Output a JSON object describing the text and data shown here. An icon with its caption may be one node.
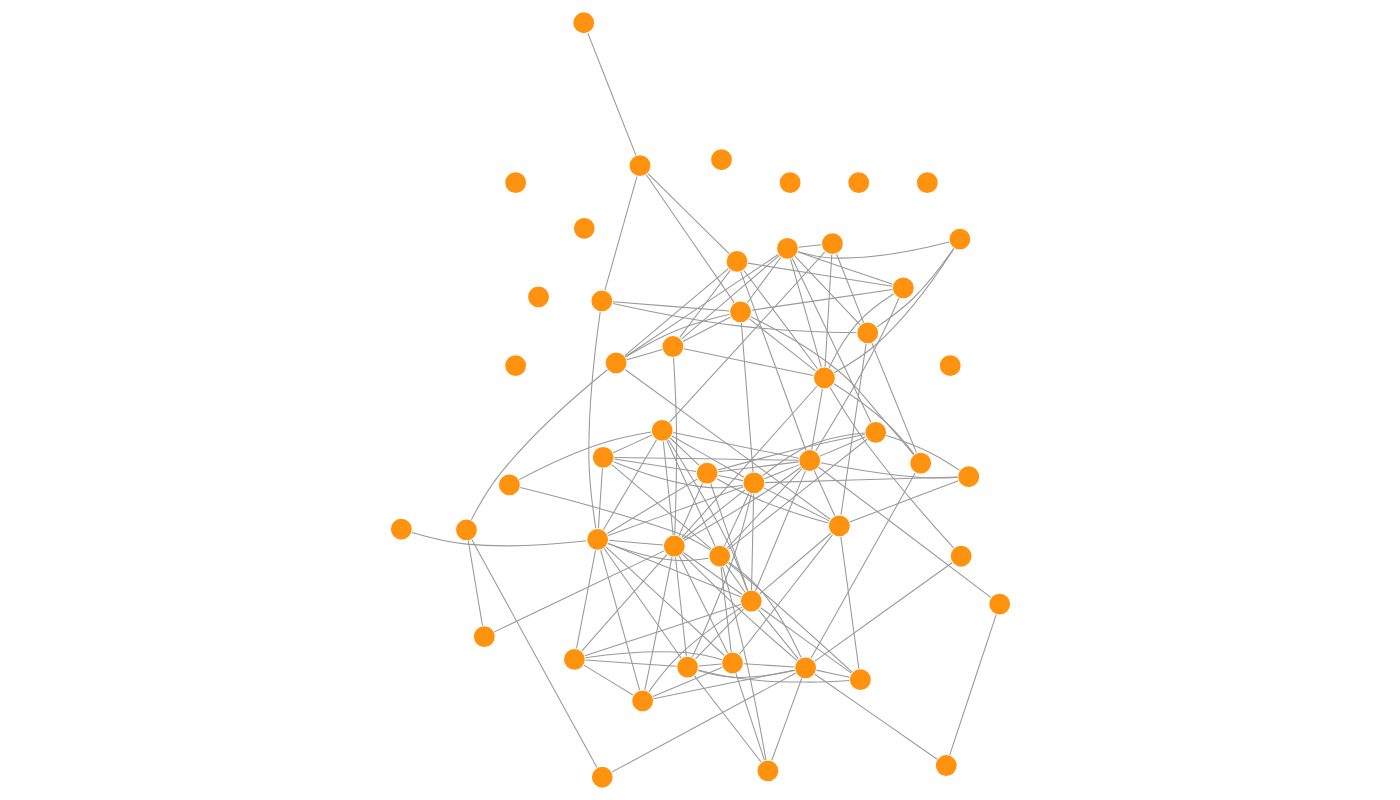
{
  "diagram": {
    "nodes": [
      {
        "text": [],
        "shape": "circle"
      },
      {
        "text": [],
        "shape": "circle"
      },
      {
        "text": [],
        "shape": "circle"
      },
      {
        "text": [],
        "shape": "circle"
      },
      {
        "text": [],
        "shape": "circle"
      },
      {
        "text": [],
        "shape": "circle"
      },
      {
        "text": [],
        "shape": "circle"
      },
      {
        "text": [],
        "shape": "circle"
      },
      {
        "text": [],
        "shape": "circle"
      },
      {
        "text": [],
        "shape": "circle"
      },
      {
        "text": [],
        "shape": "circle"
      },
      {
        "text": [],
        "shape": "circle"
      },
      {
        "text": [],
        "shape": "circle"
      },
      {
        "text": [],
        "shape": "circle"
      },
      {
        "text": [],
        "shape": "circle"
      },
      {
        "text": [],
        "shape": "circle"
      },
      {
        "text": [],
        "shape": "circle"
      },
      {
        "text": [],
        "shape": "circle"
      },
      {
        "text": [],
        "shape": "circle"
      },
      {
        "text": [],
        "shape": "circle"
      },
      {
        "text": [],
        "shape": "circle"
      },
      {
        "text": [],
        "shape": "circle"
      },
      {
        "text": [],
        "shape": "circle"
      },
      {
        "text": [],
        "shape": "circle"
      },
      {
        "text": [],
        "shape": "circle"
      },
      {
        "text": [],
        "shape": "circle"
      },
      {
        "text": [],
        "shape": "circle"
      },
      {
        "text": [],
        "shape": "circle"
      },
      {
        "text": [],
        "shape": "circle"
      },
      {
        "text": [],
        "shape": "circle"
      },
      {
        "text": [],
        "shape": "circle"
      },
      {
        "text": [],
        "shape": "circle"
      },
      {
        "text": [],
        "shape": "circle"
      },
      {
        "text": [],
        "shape": "circle"
      },
      {
        "text": [],
        "shape": "circle"
      },
      {
        "text": [],
        "shape": "circle"
      },
      {
        "text": [],
        "shape": "circle"
      },
      {
        "text": [],
        "shape": "circle"
      },
      {
        "text": [],
        "shape": "circle"
      },
      {
        "text": [],
        "shape": "circle"
      },
      {
        "text": [],
        "shape": "circle"
      },
      {
        "text": [],
        "shape": "circle"
      },
      {
        "text": [],
        "shape": "circle"
      },
      {
        "text": [],
        "shape": "circle"
      },
      {
        "text": [],
        "shape": "circle"
      },
      {
        "text": [],
        "shape": "circle"
      },
      {
        "text": [],
        "shape": "circle"
      },
      {
        "text": [],
        "shape": "circle"
      },
      {
        "text": [],
        "shape": "circle"
      },
      {
        "text": [],
        "shape": "circle"
      }
    ],
    "edges": [
      {
        "from": 1,
        "to": 8,
        "arrow": "none"
      },
      {
        "from": 1,
        "to": 9,
        "arrow": "none"
      },
      {
        "from": 1,
        "to": 15,
        "arrow": "none"
      },
      {
        "from": 1,
        "to": 16,
        "arrow": "none"
      },
      {
        "from": 2,
        "to": 7,
        "arrow": "none"
      },
      {
        "from": 2,
        "to": 8,
        "arrow": "none"
      },
      {
        "from": 2,
        "to": 9,
        "arrow": "none"
      },
      {
        "from": 2,
        "to": 14,
        "arrow": "none"
      },
      {
        "from": 2,
        "to": 17,
        "arrow": "none"
      },
      {
        "from": 2,
        "to": 10,
        "arrow": "none"
      },
      {
        "from": 3,
        "to": 10,
        "arrow": "none"
      },
      {
        "from": 10,
        "to": 7,
        "arrow": "none"
      },
      {
        "from": 10,
        "to": 8,
        "arrow": "none"
      },
      {
        "from": 10,
        "to": 9,
        "arrow": "none"
      },
      {
        "from": 10,
        "to": 14,
        "arrow": "none"
      },
      {
        "from": 10,
        "to": 17,
        "arrow": "none"
      },
      {
        "from": 10,
        "to": 16,
        "arrow": "none"
      },
      {
        "from": 10,
        "to": 36,
        "arrow": "none"
      },
      {
        "from": 10,
        "to": 42,
        "arrow": "none"
      },
      {
        "from": 10,
        "to": 46,
        "arrow": "none"
      },
      {
        "from": 10,
        "to": 47,
        "arrow": "none"
      },
      {
        "from": 10,
        "to": 37,
        "arrow": "none"
      },
      {
        "from": 16,
        "to": 14,
        "arrow": "none"
      },
      {
        "from": 16,
        "to": 15,
        "arrow": "none"
      },
      {
        "from": 16,
        "to": 8,
        "arrow": "none"
      },
      {
        "from": 16,
        "to": 12,
        "arrow": "none"
      },
      {
        "from": 16,
        "to": 37,
        "arrow": "none"
      },
      {
        "from": 16,
        "to": 34,
        "arrow": "none"
      },
      {
        "from": 16,
        "to": 42,
        "arrow": "none"
      },
      {
        "from": 16,
        "to": 33,
        "arrow": "none"
      },
      {
        "from": 16,
        "to": 46,
        "arrow": "none"
      },
      {
        "from": 14,
        "to": 7,
        "arrow": "none"
      },
      {
        "from": 14,
        "to": 9,
        "arrow": "none"
      },
      {
        "from": 14,
        "to": 12,
        "arrow": "none"
      },
      {
        "from": 14,
        "to": 17,
        "arrow": "none"
      },
      {
        "from": 14,
        "to": 15,
        "arrow": "none"
      },
      {
        "from": 14,
        "to": 30,
        "arrow": "none"
      },
      {
        "from": 14,
        "to": 34,
        "arrow": "none"
      },
      {
        "from": 14,
        "to": 37,
        "arrow": "none"
      },
      {
        "from": 14,
        "to": 47,
        "arrow": "none"
      },
      {
        "from": 14,
        "to": 42,
        "arrow": "none"
      },
      {
        "from": 17,
        "to": 7,
        "arrow": "none"
      },
      {
        "from": 17,
        "to": 9,
        "arrow": "none"
      },
      {
        "from": 17,
        "to": 8,
        "arrow": "none"
      },
      {
        "from": 17,
        "to": 15,
        "arrow": "none"
      },
      {
        "from": 17,
        "to": 24,
        "arrow": "none"
      },
      {
        "from": 17,
        "to": 28,
        "arrow": "none"
      },
      {
        "from": 17,
        "to": 19,
        "arrow": "none"
      },
      {
        "from": 17,
        "to": 42,
        "arrow": "none"
      },
      {
        "from": 17,
        "to": 47,
        "arrow": "none"
      },
      {
        "from": 17,
        "to": 37,
        "arrow": "none"
      },
      {
        "from": 17,
        "to": 34,
        "arrow": "none"
      },
      {
        "from": 15,
        "to": 13,
        "arrow": "none"
      },
      {
        "from": 15,
        "to": 7,
        "arrow": "none"
      },
      {
        "from": 15,
        "to": 9,
        "arrow": "none"
      },
      {
        "from": 15,
        "to": 8,
        "arrow": "none"
      },
      {
        "from": 15,
        "to": 12,
        "arrow": "none"
      },
      {
        "from": 15,
        "to": 21,
        "arrow": "none"
      },
      {
        "from": 15,
        "to": 20,
        "arrow": "none"
      },
      {
        "from": 15,
        "to": 40,
        "arrow": "none"
      },
      {
        "from": 7,
        "to": 8,
        "arrow": "none"
      },
      {
        "from": 8,
        "to": 9,
        "arrow": "none"
      },
      {
        "from": 9,
        "to": 12,
        "arrow": "none"
      },
      {
        "from": 8,
        "to": 30,
        "arrow": "none"
      },
      {
        "from": 12,
        "to": 30,
        "arrow": "none"
      },
      {
        "from": 9,
        "to": 42,
        "arrow": "none"
      },
      {
        "from": 20,
        "to": 27,
        "arrow": "none"
      },
      {
        "from": 19,
        "to": 27,
        "arrow": "none"
      },
      {
        "from": 21,
        "to": 22,
        "arrow": "none"
      },
      {
        "from": 22,
        "to": 34,
        "arrow": "none"
      },
      {
        "from": 13,
        "to": 28,
        "arrow": "none"
      },
      {
        "from": 24,
        "to": 25,
        "arrow": "none"
      },
      {
        "from": 24,
        "to": 26,
        "arrow": "none"
      },
      {
        "from": 24,
        "to": 28,
        "arrow": "none"
      },
      {
        "from": 24,
        "to": 31,
        "arrow": "none"
      },
      {
        "from": 24,
        "to": 43,
        "arrow": "none"
      },
      {
        "from": 25,
        "to": 26,
        "arrow": "none"
      },
      {
        "from": 25,
        "to": 27,
        "arrow": "none"
      },
      {
        "from": 25,
        "to": 31,
        "arrow": "none"
      },
      {
        "from": 25,
        "to": 43,
        "arrow": "none"
      },
      {
        "from": 25,
        "to": 30,
        "arrow": "none"
      },
      {
        "from": 28,
        "to": 26,
        "arrow": "none"
      },
      {
        "from": 28,
        "to": 29,
        "arrow": "none"
      },
      {
        "from": 28,
        "to": 31,
        "arrow": "none"
      },
      {
        "from": 28,
        "to": 34,
        "arrow": "none"
      },
      {
        "from": 28,
        "to": 32,
        "arrow": "none"
      },
      {
        "from": 28,
        "to": 40,
        "arrow": "none"
      },
      {
        "from": 28,
        "to": 41,
        "arrow": "none"
      },
      {
        "from": 28,
        "to": 43,
        "arrow": "none"
      },
      {
        "from": 26,
        "to": 32,
        "arrow": "none"
      },
      {
        "from": 26,
        "to": 38,
        "arrow": "none"
      },
      {
        "from": 26,
        "to": 43,
        "arrow": "none"
      },
      {
        "from": 26,
        "to": 41,
        "arrow": "none"
      },
      {
        "from": 26,
        "to": 29,
        "arrow": "none"
      },
      {
        "from": 26,
        "to": 33,
        "arrow": "none"
      },
      {
        "from": 31,
        "to": 32,
        "arrow": "none"
      },
      {
        "from": 31,
        "to": 34,
        "arrow": "none"
      },
      {
        "from": 31,
        "to": 44,
        "arrow": "none"
      },
      {
        "from": 32,
        "to": 34,
        "arrow": "none"
      },
      {
        "from": 32,
        "to": 43,
        "arrow": "none"
      },
      {
        "from": 29,
        "to": 38,
        "arrow": "none"
      },
      {
        "from": 29,
        "to": 37,
        "arrow": "none"
      },
      {
        "from": 36,
        "to": 38,
        "arrow": "none"
      },
      {
        "from": 36,
        "to": 44,
        "arrow": "none"
      },
      {
        "from": 36,
        "to": 43,
        "arrow": "none"
      },
      {
        "from": 38,
        "to": 40,
        "arrow": "none"
      },
      {
        "from": 38,
        "to": 41,
        "arrow": "none"
      },
      {
        "from": 38,
        "to": 30,
        "arrow": "none"
      },
      {
        "from": 40,
        "to": 43,
        "arrow": "none"
      },
      {
        "from": 43,
        "to": 44,
        "arrow": "none"
      },
      {
        "from": 43,
        "to": 42,
        "arrow": "none"
      },
      {
        "from": 44,
        "to": 45,
        "arrow": "none"
      },
      {
        "from": 30,
        "to": 35,
        "arrow": "none"
      },
      {
        "from": 30,
        "to": 42,
        "arrow": "none"
      },
      {
        "from": 30,
        "to": 47,
        "arrow": "none"
      },
      {
        "from": 30,
        "to": 34,
        "arrow": "none"
      },
      {
        "from": 33,
        "to": 34,
        "arrow": "none"
      },
      {
        "from": 33,
        "to": 42,
        "arrow": "none"
      },
      {
        "from": 33,
        "to": 47,
        "arrow": "none"
      },
      {
        "from": 33,
        "to": 35,
        "arrow": "none"
      },
      {
        "from": 34,
        "to": 35,
        "arrow": "none"
      },
      {
        "from": 34,
        "to": 37,
        "arrow": "none"
      },
      {
        "from": 34,
        "to": 42,
        "arrow": "none"
      },
      {
        "from": 34,
        "to": 46,
        "arrow": "none"
      },
      {
        "from": 34,
        "to": 47,
        "arrow": "none"
      },
      {
        "from": 35,
        "to": 42,
        "arrow": "none"
      },
      {
        "from": 42,
        "to": 37,
        "arrow": "none"
      },
      {
        "from": 42,
        "to": 46,
        "arrow": "none"
      },
      {
        "from": 42,
        "to": 47,
        "arrow": "none"
      },
      {
        "from": 37,
        "to": 46,
        "arrow": "none"
      },
      {
        "from": 37,
        "to": 47,
        "arrow": "none"
      },
      {
        "from": 37,
        "to": 23,
        "arrow": "none"
      },
      {
        "from": 46,
        "to": 47,
        "arrow": "none"
      },
      {
        "from": 16,
        "to": 23,
        "arrow": "none"
      }
    ]
  }
}
